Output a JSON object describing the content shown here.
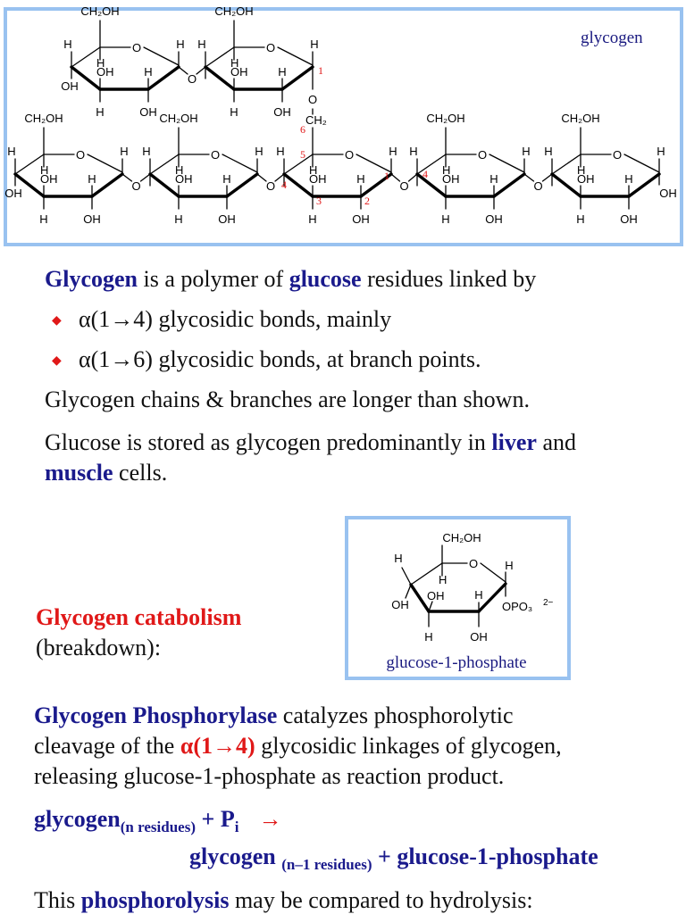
{
  "top_figure": {
    "caption": "glycogen",
    "ch2oh": "CH₂OH",
    "o": "O",
    "h": "H",
    "oh": "OH",
    "ch2_branch": "CH₂",
    "numbers": {
      "n1": "1",
      "n2": "2",
      "n3": "3",
      "n4": "4",
      "n5": "5",
      "n6": "6"
    }
  },
  "intro": {
    "w_glycogen": "Glycogen",
    "t1": " is a polymer of ",
    "w_glucose": "glucose",
    "t2": " residues linked by",
    "bullet_glyph": "◆",
    "bullet1": "α(1→4) glycosidic bonds, mainly",
    "bullet2": "α(1→6) glycosidic bonds, at branch points.",
    "line3": "Glycogen chains & branches are longer than shown.",
    "l4a": "Glucose is stored as glycogen predominantly in ",
    "w_liver": "liver",
    "l4b": " and",
    "w_muscle": "muscle",
    "l5b": " cells."
  },
  "small_figure": {
    "caption": "glucose-1-phosphate",
    "ch2oh": "CH₂OH",
    "o": "O",
    "h": "H",
    "oh": "OH",
    "opo3": "OPO₃",
    "charge": "2−"
  },
  "catabolism": {
    "title": "Glycogen catabolism",
    "sub": "(breakdown):"
  },
  "phosphorylase": {
    "w_enzyme": "Glycogen Phosphorylase",
    "t1": " catalyzes phosphorolytic",
    "t2": "cleavage of the ",
    "w_bond": "α(1→4)",
    "t3": " glycosidic linkages of glycogen,",
    "t4": "releasing glucose-1-phosphate as reaction product."
  },
  "equation": {
    "glycogen": "glycogen",
    "sub_n": "(n residues)",
    "plus": " +  ",
    "pi": "P",
    "pi_sub": "i",
    "arrow": "→",
    "glycogen2": "glycogen ",
    "sub_n1": "(n–1 residues)",
    "product": " + glucose-1-phosphate"
  },
  "footer": {
    "t1": "This ",
    "w": "phosphorolysis",
    "t2": " may be compared to hydrolysis:"
  }
}
